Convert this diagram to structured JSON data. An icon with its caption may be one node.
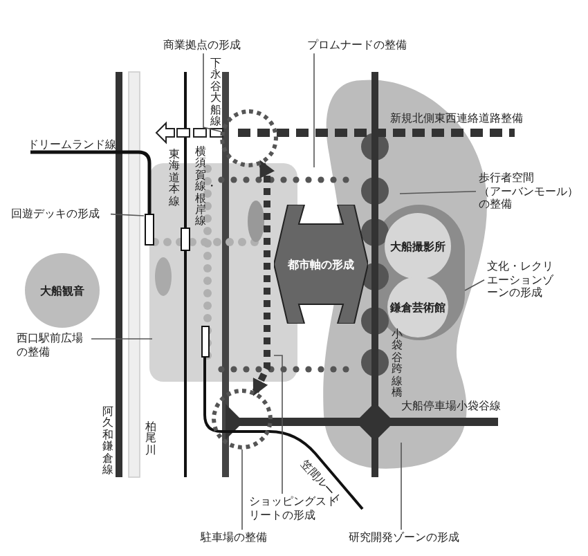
{
  "diagram": {
    "nodes": [
      {
        "text": [
          "商業拠点の形成"
        ]
      },
      {
        "text": [],
        "shape": "circle"
      },
      {
        "text": [
          "プロムナードの整備"
        ]
      },
      {
        "text": [
          "回遊デッキの形成"
        ]
      },
      {
        "text": [
          "歩行者空間（アーバンモール）の整備"
        ]
      },
      {
        "text": [
          "大船撮影所"
        ]
      },
      {
        "text": [
          "都市軸の形成"
        ]
      },
      {
        "text": [
          "文化・レクリエーションゾーンの形成"
        ]
      },
      {
        "text": [
          "大船観音"
        ]
      },
      {
        "text": [
          "鎌倉芸術館"
        ]
      },
      {
        "text": [
          "西口駅前広場の整備"
        ]
      },
      {
        "text": [],
        "shape": "circle"
      },
      {
        "text": [
          "ショッピングストリートの形成"
        ]
      },
      {
        "text": [
          "駐車場の整備"
        ]
      },
      {
        "text": [
          "研究開発ゾーンの形成"
        ]
      }
    ],
    "edges": [
      {
        "from": 0,
        "to": 1,
        "arrow": "none"
      },
      {
        "from": 2,
        "to": null,
        "arrow": "none"
      },
      {
        "from": 3,
        "to": null,
        "arrow": "none"
      },
      {
        "from": 4,
        "to": null,
        "arrow": "none"
      },
      {
        "from": 7,
        "to": null,
        "arrow": "none"
      },
      {
        "from": 10,
        "to": null,
        "arrow": "none"
      },
      {
        "from": 12,
        "to": null,
        "arrow": "none"
      },
      {
        "from": 13,
        "to": 11,
        "arrow": "none"
      },
      {
        "from": 14,
        "to": null,
        "arrow": "none"
      },
      {
        "from": 1,
        "to": 11,
        "arrow": "both",
        "style": "dashed"
      }
    ],
    "labels": [
      "下永谷大船線",
      "新規北側東西連絡道路整備",
      "ドリームランド線",
      "横須賀線・根岸線",
      "東海道本線",
      "小袋谷跨線橋",
      "大船停車場小袋谷線",
      "阿久和鎌倉線",
      "柏尾川",
      "笠間ルート"
    ]
  }
}
